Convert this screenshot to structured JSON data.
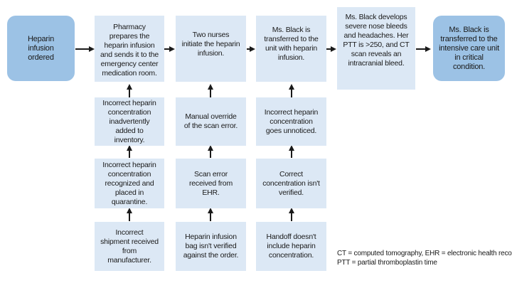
{
  "nodes": {
    "start": "Heparin infusion ordered",
    "pharmacy": "Pharmacy prepares the heparin infusion and sends it to the emergency center medication room.",
    "nurses": "Two nurses initiate the heparin infusion.",
    "transfer": "Ms. Black is transferred to the unit with heparin infusion.",
    "develops": "Ms. Black develops severe nose bleeds and headaches. Her PTT is >250, and CT scan reveals an intracranial bleed.",
    "icu": "Ms. Black is transferred to the intensive care unit in critical condition."
  },
  "causes": {
    "col1": [
      "Incorrect heparin concentration inadvertently added to inventory.",
      "Incorrect heparin concentration recognized and placed in quarantine.",
      "Incorrect shipment received from manufacturer."
    ],
    "col2": [
      "Manual override of the scan error.",
      "Scan error received from EHR.",
      "Heparin infusion bag isn't verified against the order."
    ],
    "col3": [
      "Incorrect heparin concentration goes unnoticed.",
      "Correct concentration isn't verified.",
      "Handoff doesn't include heparin concentration."
    ]
  },
  "legend": {
    "line1": "CT = computed tomography, EHR = electronic health record,",
    "line2": "PTT = partial thromboplastin time"
  },
  "colors": {
    "box": "#dce8f5",
    "terminal": "#9cc2e5",
    "arrow": "#1a1a1a"
  }
}
